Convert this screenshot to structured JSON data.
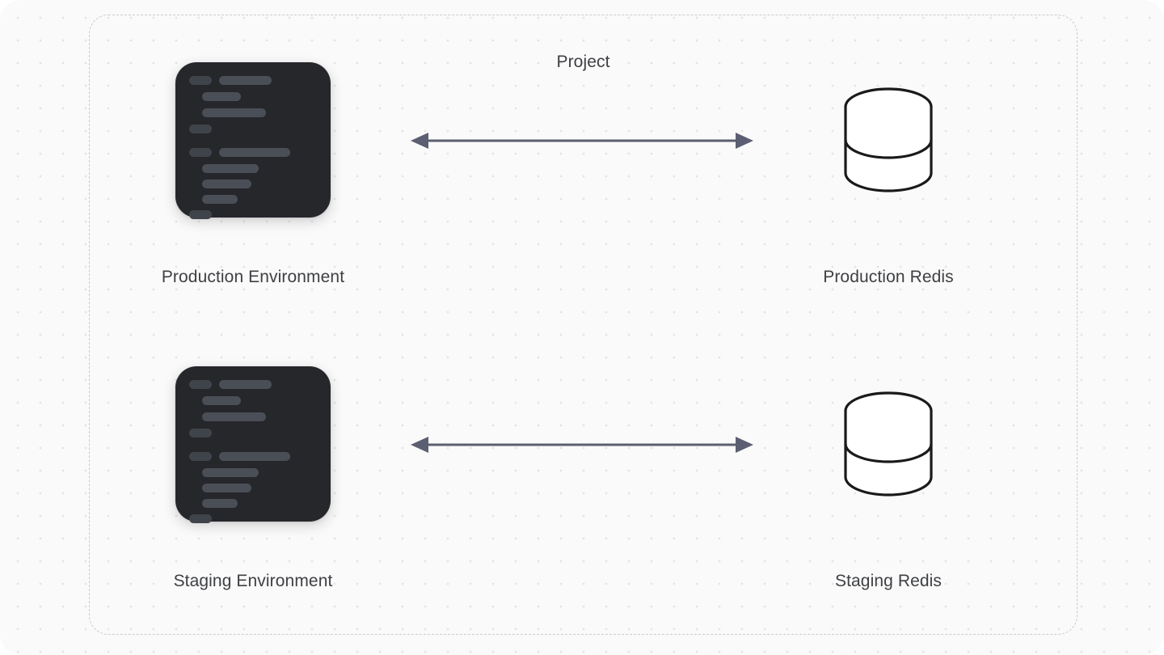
{
  "diagram": {
    "container_label": "Project",
    "accent_colors": {
      "canvas_background": "#fafafa",
      "grid_dot": "#e3e4e6",
      "container_border": "#c9cbcf",
      "label_text": "#3f4044",
      "code_card_background": "#26272b",
      "code_line": "#4a4f57",
      "database_stroke": "#1a1a1a",
      "arrow": "#5c5f72"
    },
    "nodes": [
      {
        "id": "production-environment",
        "label": "Production Environment",
        "icon": "code-card-icon",
        "column": "left",
        "row": "top"
      },
      {
        "id": "production-redis",
        "label": "Production Redis",
        "icon": "database-cylinder-icon",
        "column": "right",
        "row": "top"
      },
      {
        "id": "staging-environment",
        "label": "Staging Environment",
        "icon": "code-card-icon",
        "column": "left",
        "row": "bottom"
      },
      {
        "id": "staging-redis",
        "label": "Staging Redis",
        "icon": "database-cylinder-icon",
        "column": "right",
        "row": "bottom"
      }
    ],
    "connections": [
      {
        "id": "production-connection",
        "from": "production-environment",
        "to": "production-redis",
        "direction": "bidirectional"
      },
      {
        "id": "staging-connection",
        "from": "staging-environment",
        "to": "staging-redis",
        "direction": "bidirectional"
      }
    ]
  }
}
